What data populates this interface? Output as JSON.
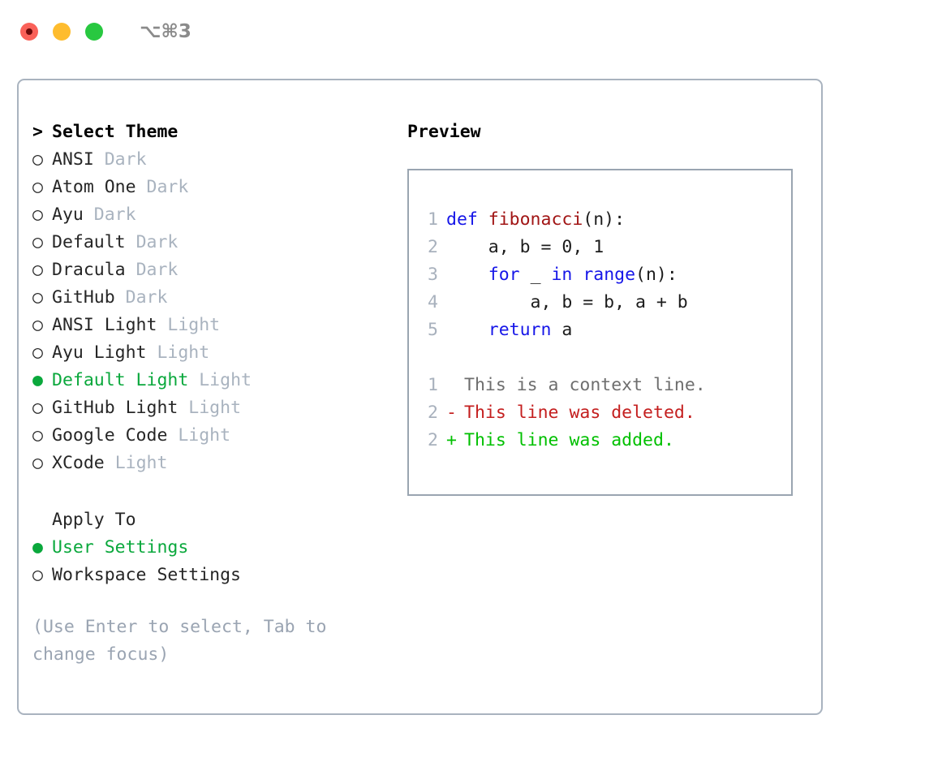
{
  "titlebar": {
    "shortcut": "⌥⌘3",
    "buttons": [
      {
        "name": "close",
        "color": "#fa6159"
      },
      {
        "name": "minimize",
        "color": "#febc2e"
      },
      {
        "name": "zoom",
        "color": "#28c840"
      }
    ]
  },
  "theme_picker": {
    "header_marker": ">",
    "header_label": "Select Theme",
    "unselected_marker": "○",
    "selected_marker": "●",
    "accent_color": "#0aa83c",
    "items": [
      {
        "label": "ANSI",
        "variant": "Dark",
        "selected": false
      },
      {
        "label": "Atom One",
        "variant": "Dark",
        "selected": false
      },
      {
        "label": "Ayu",
        "variant": "Dark",
        "selected": false
      },
      {
        "label": "Default",
        "variant": "Dark",
        "selected": false
      },
      {
        "label": "Dracula",
        "variant": "Dark",
        "selected": false
      },
      {
        "label": "GitHub",
        "variant": "Dark",
        "selected": false
      },
      {
        "label": "ANSI Light",
        "variant": "Light",
        "selected": false
      },
      {
        "label": "Ayu Light",
        "variant": "Light",
        "selected": false
      },
      {
        "label": "Default Light",
        "variant": "Light",
        "selected": true
      },
      {
        "label": "GitHub Light",
        "variant": "Light",
        "selected": false
      },
      {
        "label": "Google Code",
        "variant": "Light",
        "selected": false
      },
      {
        "label": "XCode",
        "variant": "Light",
        "selected": false
      }
    ]
  },
  "apply_to": {
    "header_label": "Apply To",
    "items": [
      {
        "label": "User Settings",
        "selected": true
      },
      {
        "label": "Workspace Settings",
        "selected": false
      }
    ]
  },
  "help": {
    "text": "(Use Enter to select, Tab to change focus)"
  },
  "preview": {
    "title": "Preview",
    "code_lines": [
      {
        "num": "1",
        "tokens": [
          {
            "text": "def ",
            "style": "kw"
          },
          {
            "text": "fibonacci",
            "style": "fn"
          },
          {
            "text": "(n):",
            "style": "plain"
          }
        ]
      },
      {
        "num": "2",
        "tokens": [
          {
            "text": "    a, b = 0, 1",
            "style": "plain"
          }
        ]
      },
      {
        "num": "3",
        "tokens": [
          {
            "text": "    ",
            "style": "plain"
          },
          {
            "text": "for",
            "style": "kw"
          },
          {
            "text": " _ ",
            "style": "plain"
          },
          {
            "text": "in",
            "style": "kw"
          },
          {
            "text": " ",
            "style": "plain"
          },
          {
            "text": "range",
            "style": "kw"
          },
          {
            "text": "(n):",
            "style": "plain"
          }
        ]
      },
      {
        "num": "4",
        "tokens": [
          {
            "text": "        a, b = b, a + b",
            "style": "plain"
          }
        ]
      },
      {
        "num": "5",
        "tokens": [
          {
            "text": "    ",
            "style": "plain"
          },
          {
            "text": "return",
            "style": "kw"
          },
          {
            "text": " a",
            "style": "plain"
          }
        ]
      }
    ],
    "diff_lines": [
      {
        "num": "1",
        "marker": " ",
        "text": "This is a context line.",
        "kind": "context"
      },
      {
        "num": "2",
        "marker": "-",
        "text": "This line was deleted.",
        "kind": "delete"
      },
      {
        "num": "2",
        "marker": "+",
        "text": "This line was added.",
        "kind": "add"
      }
    ]
  }
}
